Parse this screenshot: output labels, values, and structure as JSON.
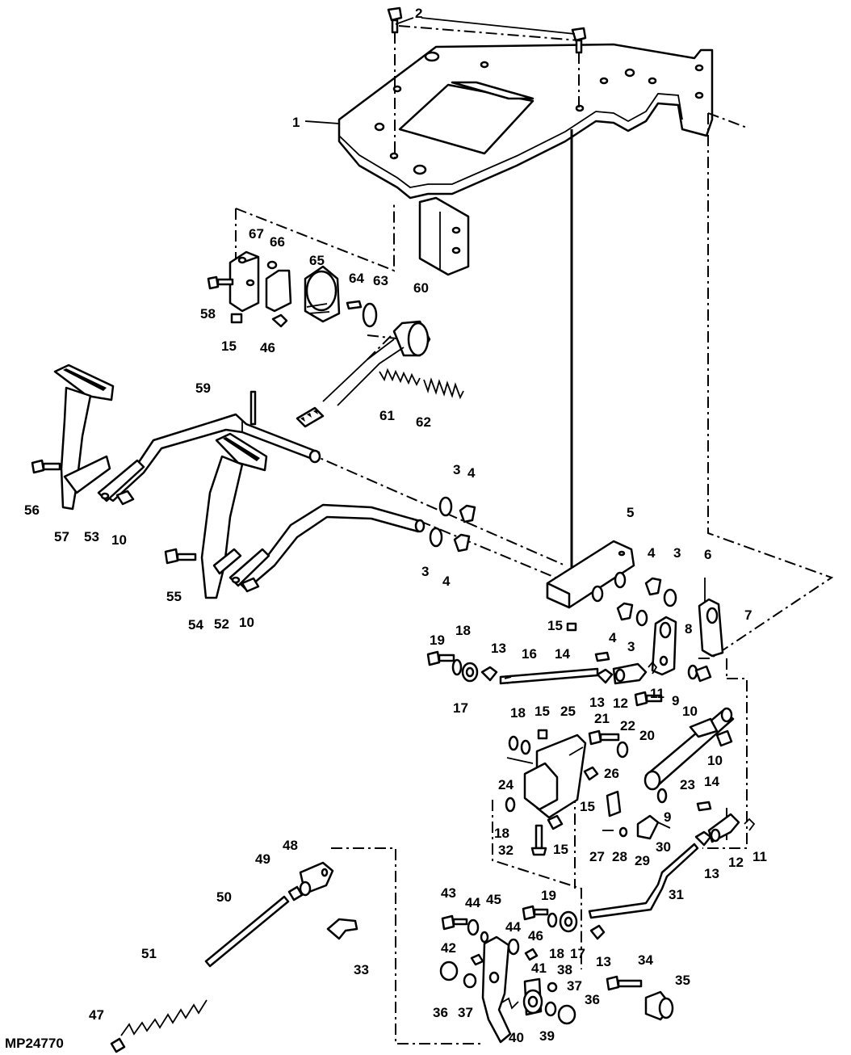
{
  "figure_id": "MP24770",
  "callouts": [
    "1",
    "2",
    "3",
    "4",
    "5",
    "6",
    "7",
    "8",
    "9",
    "10",
    "11",
    "12",
    "13",
    "14",
    "15",
    "16",
    "17",
    "18",
    "19",
    "20",
    "21",
    "22",
    "23",
    "24",
    "25",
    "26",
    "27",
    "28",
    "29",
    "30",
    "31",
    "32",
    "33",
    "34",
    "35",
    "36",
    "37",
    "38",
    "39",
    "40",
    "41",
    "42",
    "43",
    "44",
    "45",
    "46",
    "47",
    "48",
    "49",
    "50",
    "51",
    "52",
    "53",
    "54",
    "55",
    "56",
    "57",
    "58",
    "59",
    "60",
    "61",
    "62",
    "63",
    "64",
    "65",
    "66",
    "67"
  ]
}
